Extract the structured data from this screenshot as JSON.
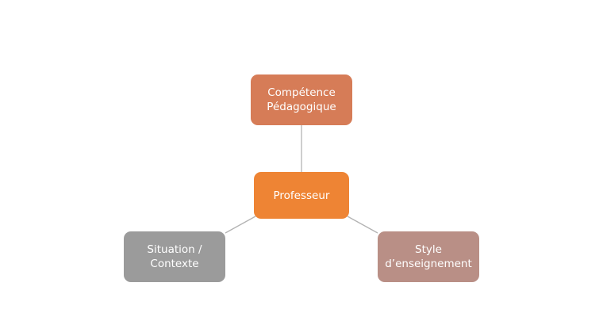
{
  "diagram": {
    "nodes": {
      "top": {
        "lines": [
          "Compétence",
          "Pédagogique"
        ],
        "color": "#d67c57"
      },
      "center": {
        "lines": [
          "Professeur"
        ],
        "color": "#ee8434"
      },
      "left": {
        "lines": [
          "Situation /",
          "Contexte"
        ],
        "color": "#9b9b9b"
      },
      "right": {
        "lines": [
          "Style",
          "d’enseignement"
        ],
        "color": "#b98f86"
      }
    },
    "edges": [
      {
        "from": "center",
        "to": "top"
      },
      {
        "from": "center",
        "to": "left"
      },
      {
        "from": "center",
        "to": "right"
      }
    ],
    "connector_color": "#b3b3b3"
  }
}
